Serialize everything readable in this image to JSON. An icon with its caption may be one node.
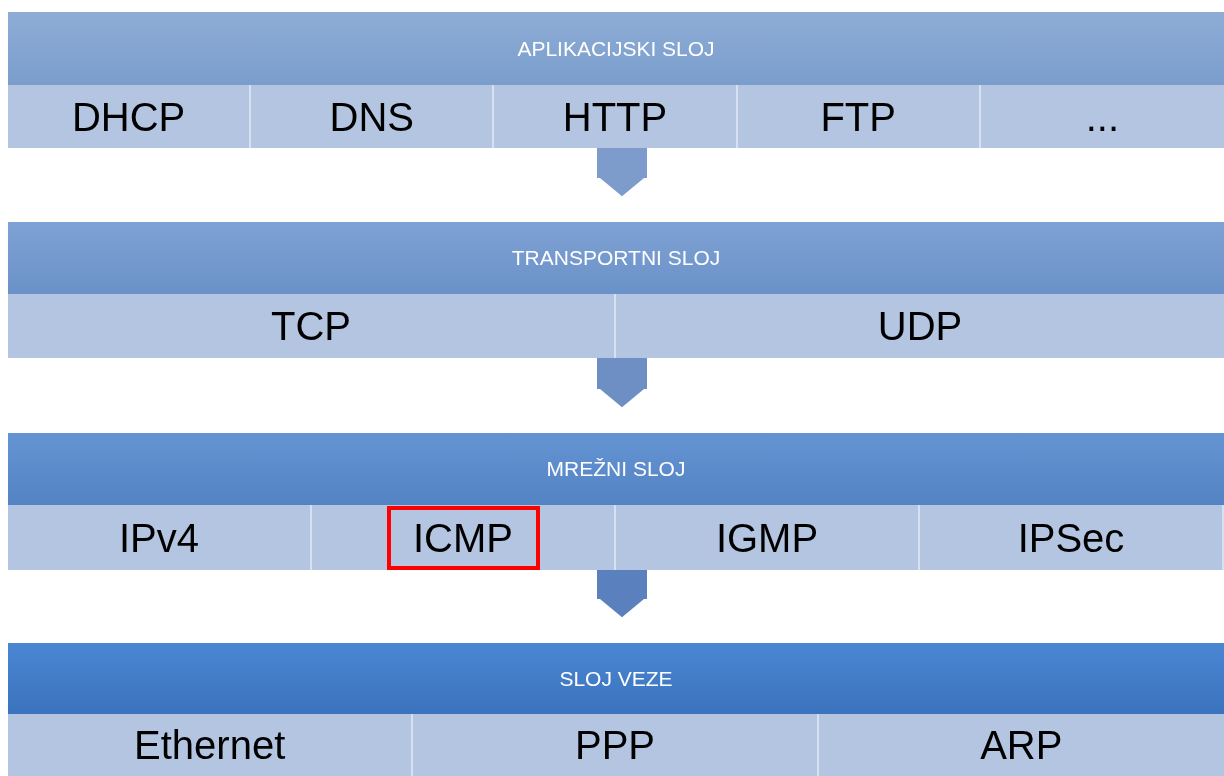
{
  "diagram": {
    "nodes": [
      {
        "text": [
          "APLIKACIJSKI SLOJ"
        ]
      },
      {
        "text": [
          "DHCP"
        ],
        "in": 0
      },
      {
        "text": [
          "DNS"
        ],
        "in": 0
      },
      {
        "text": [
          "HTTP"
        ],
        "in": 0
      },
      {
        "text": [
          "FTP"
        ],
        "in": 0
      },
      {
        "text": [
          "..."
        ],
        "in": 0
      },
      {
        "text": [
          "TRANSPORTNI SLOJ"
        ]
      },
      {
        "text": [
          "TCP"
        ],
        "in": 6
      },
      {
        "text": [
          "UDP"
        ],
        "in": 6
      },
      {
        "text": [
          "MREŽNI SLOJ"
        ]
      },
      {
        "text": [
          "IPv4"
        ],
        "in": 9
      },
      {
        "text": [
          "ICMP"
        ],
        "in": 9
      },
      {
        "text": [
          "IGMP"
        ],
        "in": 9
      },
      {
        "text": [
          "IPSec"
        ],
        "in": 9
      },
      {
        "text": [
          "SLOJ VEZE"
        ]
      },
      {
        "text": [
          "Ethernet"
        ],
        "in": 14
      },
      {
        "text": [
          "PPP"
        ],
        "in": 14
      },
      {
        "text": [
          "ARP"
        ],
        "in": 14
      }
    ],
    "edges": [
      {
        "from": 0,
        "to": 6,
        "arrow": "to"
      },
      {
        "from": 6,
        "to": 9,
        "arrow": "to"
      },
      {
        "from": 9,
        "to": 14,
        "arrow": "to"
      }
    ]
  }
}
